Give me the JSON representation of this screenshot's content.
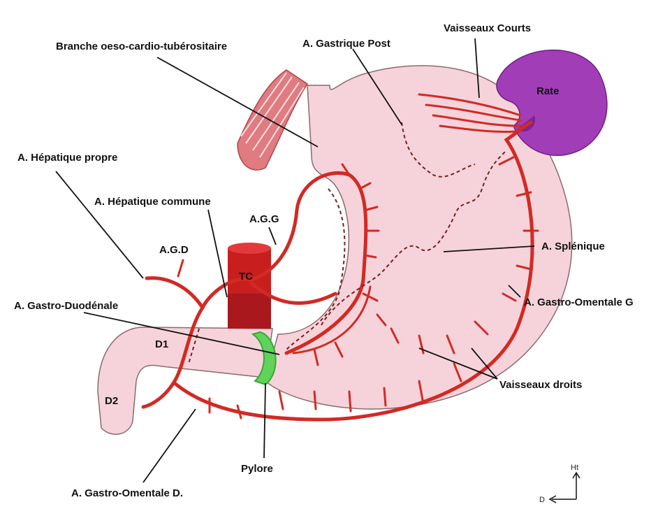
{
  "labels": {
    "branche": "Branche oeso-cardio-tubérositaire",
    "gastrique_post": "A. Gastrique Post",
    "vaisseaux_courts": "Vaisseaux Courts",
    "rate": "Rate",
    "hepatique_propre": "A. Hépatique propre",
    "hepatique_commune": "A. Hépatique commune",
    "agg": "A.G.G",
    "agd": "A.G.D",
    "tc": "TC",
    "splenique": "A. Splénique",
    "gastro_duodenale": "A. Gastro-Duodénale",
    "d1": "D1",
    "gastro_omentale_g": "A. Gastro-Omentale G",
    "d2": "D2",
    "vaisseaux_droits": "Vaisseaux droits",
    "pylore": "Pylore",
    "gastro_omentale_d": "A. Gastro-Omentale D."
  },
  "compass": {
    "up": "Ht",
    "left": "D"
  },
  "colors": {
    "stomach": "#f6d3da",
    "artery": "#d22a24",
    "spleen": "#a23db8",
    "pylorus": "#5fd35a",
    "esophagus_muscle": "#e07b80"
  }
}
